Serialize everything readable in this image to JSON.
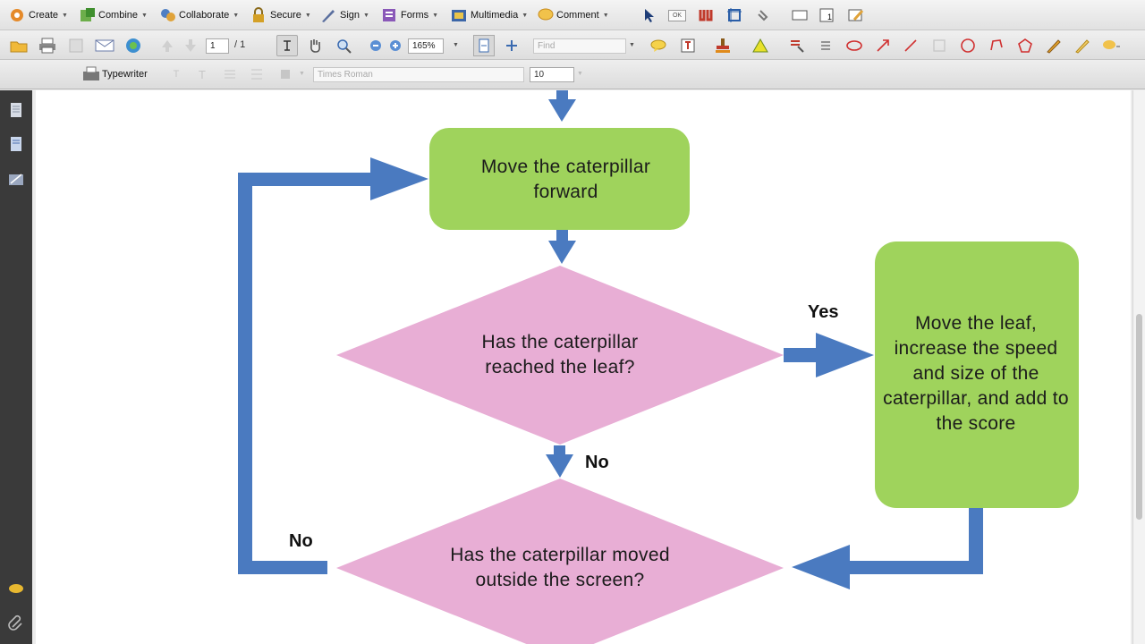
{
  "toolbar_main": {
    "create": "Create",
    "combine": "Combine",
    "collaborate": "Collaborate",
    "secure": "Secure",
    "sign": "Sign",
    "forms": "Forms",
    "multimedia": "Multimedia",
    "comment": "Comment",
    "ok_badge": "OK"
  },
  "toolbar_nav": {
    "page_current": "1",
    "page_total": "/ 1",
    "zoom": "165%",
    "find_placeholder": "Find"
  },
  "toolbar_typewriter": {
    "typewriter": "Typewriter",
    "font": "Times Roman",
    "size": "10"
  },
  "colors": {
    "arrow": "#4a7ac0",
    "process_fill": "#9fd35c",
    "decision_fill": "#e8aed5",
    "sidebar": "#3a3a3a"
  },
  "flowchart": {
    "node_move_forward": "Move the caterpillar forward",
    "node_reached_leaf": "Has the caterpillar reached the leaf?",
    "node_move_leaf": "Move the leaf, increase the speed and size of the caterpillar, and add to the score",
    "node_outside_screen": "Has the caterpillar moved outside the screen?",
    "label_yes": "Yes",
    "label_no_down": "No",
    "label_no_left": "No"
  }
}
